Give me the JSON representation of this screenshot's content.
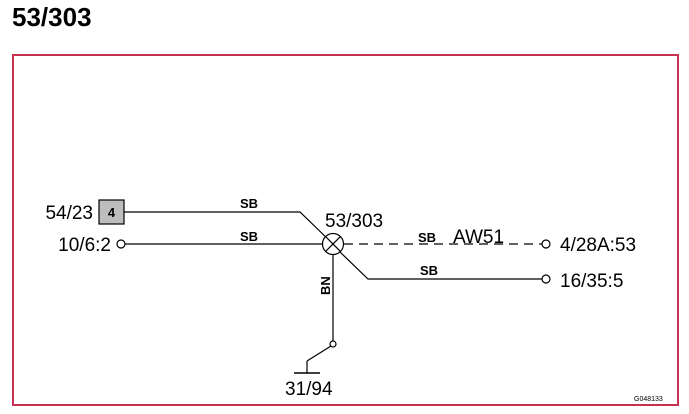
{
  "title": "53/303",
  "splice": {
    "label": "53/303"
  },
  "connectors": {
    "c54_23": {
      "label": "54/23",
      "pin": "4"
    },
    "c10_6_2": {
      "label": "10/6:2"
    },
    "c4_28A_53": {
      "label": "4/28A:53"
    },
    "c16_35_5": {
      "label": "16/35:5"
    },
    "c31_94": {
      "label": "31/94"
    }
  },
  "wires": {
    "w1": {
      "color": "SB"
    },
    "w2": {
      "color": "SB"
    },
    "w3": {
      "color": "SB",
      "ref": "AW51"
    },
    "w4": {
      "color": "SB"
    },
    "w5": {
      "color": "BN"
    }
  },
  "figure_id": "G048133",
  "colors": {
    "frame": "#c8304f",
    "connector_fill": "#bdbdbd",
    "line": "#000000"
  }
}
